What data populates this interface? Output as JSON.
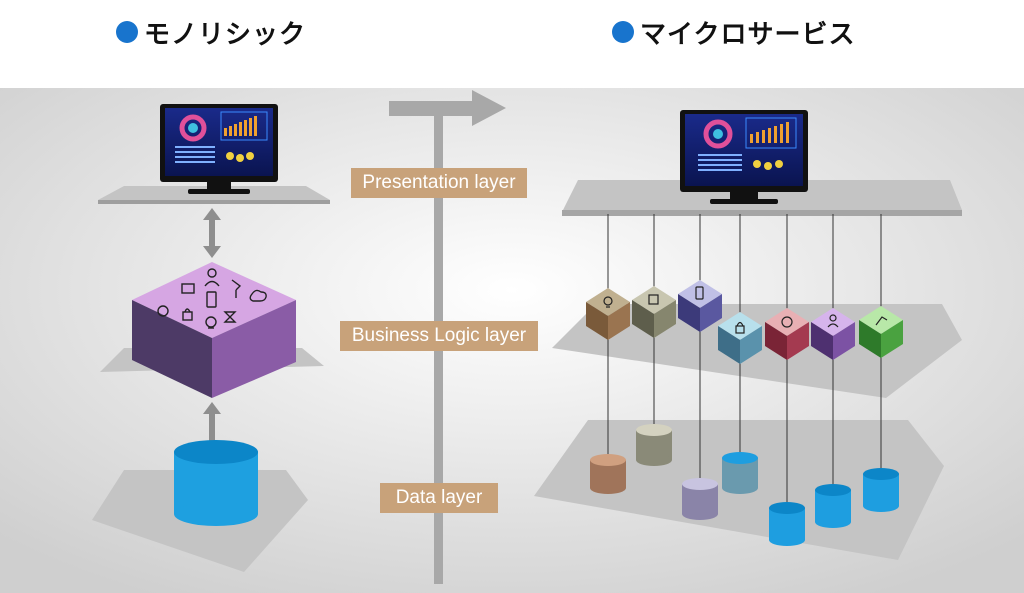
{
  "headings": {
    "monolithic": "モノリシック",
    "microservices": "マイクロサービス"
  },
  "layers": {
    "presentation": "Presentation layer",
    "business": "Business Logic layer",
    "data": "Data layer"
  },
  "colors": {
    "heading_dot": "#1874cd",
    "label_bg": "#c8a27a",
    "platform": "#b9b9b9",
    "monolith_top": "#d6a6e3",
    "monolith_front": "#4d3a66",
    "monolith_side": "#8a5ca6",
    "db_blue": "#1ea0e0"
  },
  "microservice_icons": [
    "lightbulb-icon",
    "document-icon",
    "phone-icon",
    "lock-icon",
    "globe-icon",
    "user-icon",
    "lamp-icon"
  ],
  "microservice_db_colors": [
    "#a0745a",
    "#8a8a78",
    "#8a84a8",
    "#6a9aae",
    "#1e9ee0",
    "#1e9ee0",
    "#1e9ee0"
  ]
}
